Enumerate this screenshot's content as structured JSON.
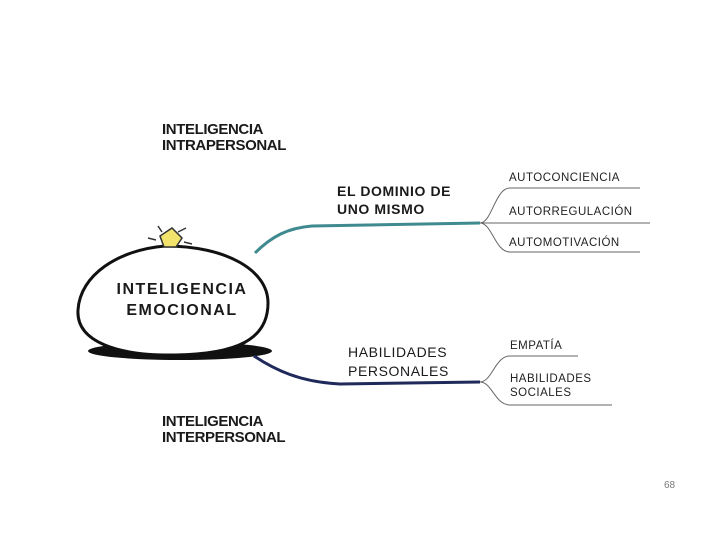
{
  "diagram": {
    "top_heading": [
      "INTELIGENCIA",
      "INTRAPERSONAL"
    ],
    "bottom_heading": [
      "INTELIGENCIA",
      "INTERPERSONAL"
    ],
    "center": [
      "INTELIGENCIA",
      "EMOCIONAL"
    ],
    "branch_upper": {
      "label": [
        "EL DOMINIO DE",
        "UNO MISMO"
      ],
      "leaves": [
        "AUTOCONCIENCIA",
        "AUTORREGULACIÓN",
        "AUTOMOTIVACIÓN"
      ],
      "color": "#3f8a8f"
    },
    "branch_lower": {
      "label": [
        "HABILIDADES",
        "PERSONALES"
      ],
      "leaves": [
        "EMPATÍA",
        "HABILIDADES",
        "SOCIALES"
      ],
      "color": "#1f2a5a"
    }
  },
  "page_number": "68"
}
